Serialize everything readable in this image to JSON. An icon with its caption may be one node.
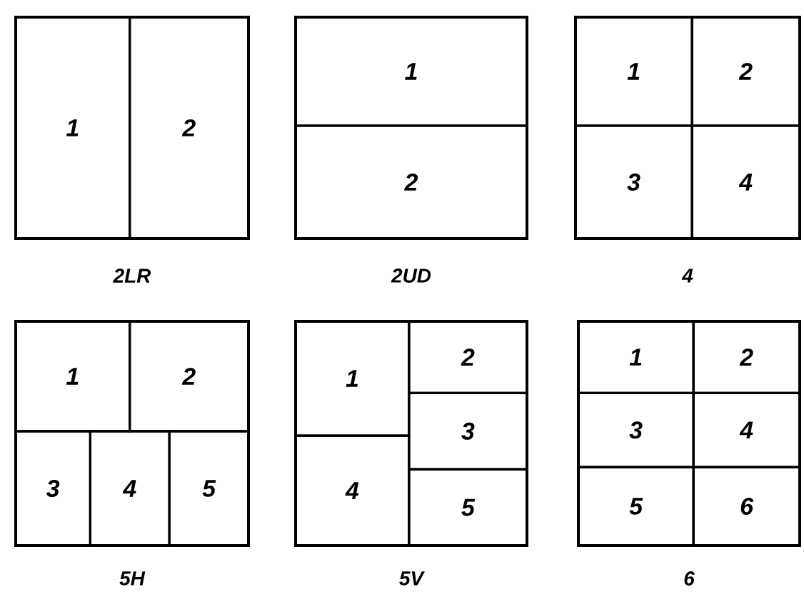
{
  "diagram": {
    "nodes": [
      {
        "text": [
          "2LR"
        ]
      },
      {
        "text": [
          "1"
        ],
        "in": 0
      },
      {
        "text": [
          "2"
        ],
        "in": 0
      },
      {
        "text": [
          "2UD"
        ]
      },
      {
        "text": [
          "1"
        ],
        "in": 3
      },
      {
        "text": [
          "2"
        ],
        "in": 3
      },
      {
        "text": [
          "4"
        ]
      },
      {
        "text": [
          "1"
        ],
        "in": 6
      },
      {
        "text": [
          "2"
        ],
        "in": 6
      },
      {
        "text": [
          "3"
        ],
        "in": 6
      },
      {
        "text": [
          "4"
        ],
        "in": 6
      },
      {
        "text": [
          "5H"
        ]
      },
      {
        "text": [
          "1"
        ],
        "in": 11
      },
      {
        "text": [
          "2"
        ],
        "in": 11
      },
      {
        "text": [
          "3"
        ],
        "in": 11
      },
      {
        "text": [
          "4"
        ],
        "in": 11
      },
      {
        "text": [
          "5"
        ],
        "in": 11
      },
      {
        "text": [
          "5V"
        ]
      },
      {
        "text": [
          "1"
        ],
        "in": 17
      },
      {
        "text": [
          "2"
        ],
        "in": 17
      },
      {
        "text": [
          "3"
        ],
        "in": 17
      },
      {
        "text": [
          "4"
        ],
        "in": 17
      },
      {
        "text": [
          "5"
        ],
        "in": 17
      },
      {
        "text": [
          "6"
        ]
      },
      {
        "text": [
          "1"
        ],
        "in": 23
      },
      {
        "text": [
          "2"
        ],
        "in": 23
      },
      {
        "text": [
          "3"
        ],
        "in": 23
      },
      {
        "text": [
          "4"
        ],
        "in": 23
      },
      {
        "text": [
          "5"
        ],
        "in": 23
      },
      {
        "text": [
          "6"
        ],
        "in": 23
      }
    ]
  }
}
